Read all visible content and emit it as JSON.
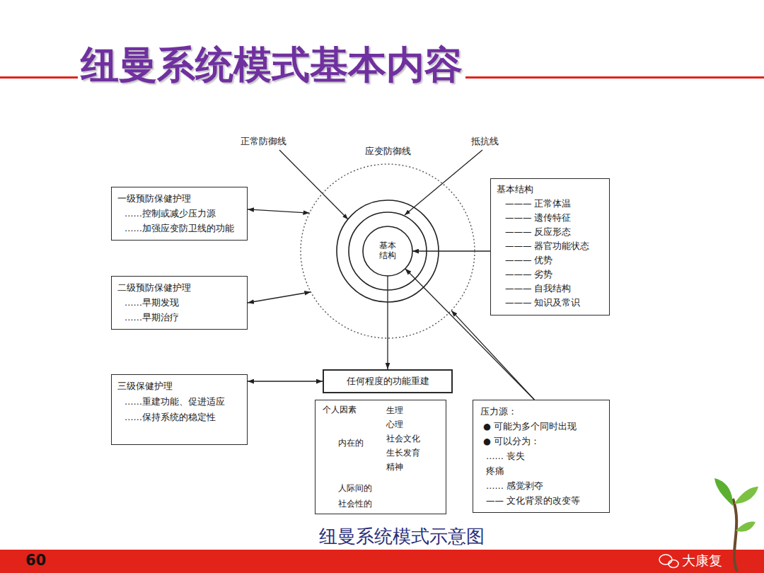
{
  "diagram": {
    "title": "纽曼系统模式基本内容",
    "caption": "纽曼系统模式示意图",
    "nodes": [
      {
        "text": [
          "应变防御线"
        ]
      },
      {
        "text": [
          "基本结构"
        ],
        "in": 0
      },
      {
        "text": [
          "一级预防保健护理",
          "……控制或减少压力源",
          "……加强应变防卫线的功能"
        ]
      },
      {
        "text": [
          "二级预防保健护理",
          "……早期发现",
          "……早期治疗"
        ]
      },
      {
        "text": [
          "三级保健护理",
          "……重建功能、促进适应",
          "……保持系统的稳定性"
        ]
      },
      {
        "text": [
          "基本结构",
          "——— 正常体温",
          "——— 遗传特征",
          "——— 反应形态",
          "——— 器官功能状态",
          "——— 优势",
          "——— 劣势",
          "——— 自我结构",
          "——— 知识及常识"
        ]
      },
      {
        "text": [
          "任何程度的功能重建"
        ]
      },
      {
        "text": [
          "个人因素",
          "内在的",
          "生理",
          "心理",
          "社会文化",
          "生长发育",
          "精神",
          "人际间的",
          "社会性的"
        ]
      },
      {
        "text": [
          "压力源：",
          "● 可能为多个同时出现",
          "● 可以分为：",
          "…… 丧失",
          "疼痛",
          "…… 感觉剥夺",
          "—— 文化背景的改变等"
        ]
      }
    ],
    "edges": [
      {
        "from": 2,
        "to": 0,
        "arrow": "both"
      },
      {
        "from": 3,
        "to": 0,
        "arrow": "both"
      },
      {
        "from": 5,
        "to": 1,
        "arrow": "to"
      },
      {
        "from": 1,
        "to": 6,
        "arrow": "to"
      },
      {
        "from": 4,
        "to": 6,
        "arrow": "both"
      },
      {
        "from": 8,
        "to": 0,
        "arrow": "to"
      },
      {
        "from": 8,
        "to": 1,
        "arrow": "to"
      }
    ],
    "labels": [
      "正常防御线",
      "抵抗线",
      "60",
      "大康复"
    ]
  }
}
